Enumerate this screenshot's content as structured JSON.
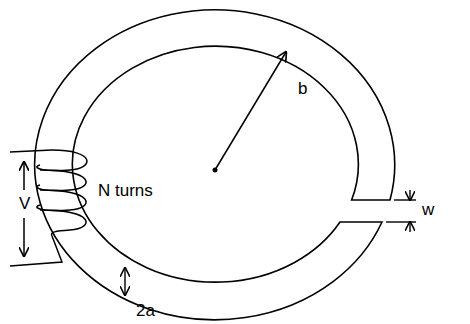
{
  "diagram": {
    "labels": [
      "V",
      "N turns",
      "b",
      "w",
      "2a"
    ]
  }
}
